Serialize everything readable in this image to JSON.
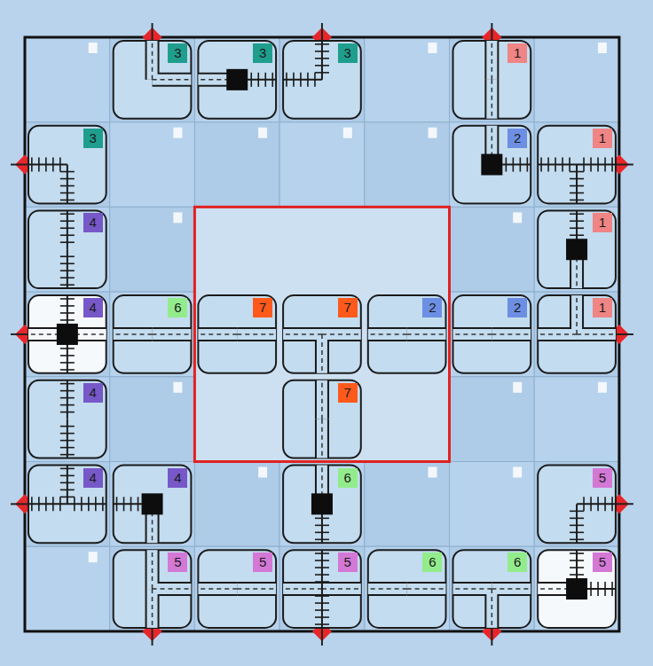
{
  "diagram": {
    "nodes": [
      {
        "text": [
          "3"
        ]
      },
      {
        "text": [
          "3"
        ]
      },
      {
        "text": [
          "3"
        ]
      },
      {
        "text": [
          "1"
        ]
      },
      {
        "text": [
          "3"
        ]
      },
      {
        "text": [
          "2"
        ]
      },
      {
        "text": [
          "1"
        ]
      },
      {
        "text": [
          "4"
        ]
      },
      {
        "text": [
          "1"
        ]
      },
      {
        "text": [
          "4"
        ]
      },
      {
        "text": [
          "6"
        ]
      },
      {
        "text": [
          "7"
        ]
      },
      {
        "text": [
          "7"
        ]
      },
      {
        "text": [
          "2"
        ]
      },
      {
        "text": [
          "2"
        ]
      },
      {
        "text": [
          "1"
        ]
      },
      {
        "text": [
          "4"
        ]
      },
      {
        "text": [
          "7"
        ]
      },
      {
        "text": [
          "4"
        ]
      },
      {
        "text": [
          "4"
        ]
      },
      {
        "text": [
          "6"
        ]
      },
      {
        "text": [
          "5"
        ]
      },
      {
        "text": [
          "5"
        ]
      },
      {
        "text": [
          "5"
        ]
      },
      {
        "text": [
          "5"
        ]
      },
      {
        "text": [
          "6"
        ]
      },
      {
        "text": [
          "6"
        ]
      },
      {
        "text": [
          "5"
        ]
      }
    ]
  }
}
